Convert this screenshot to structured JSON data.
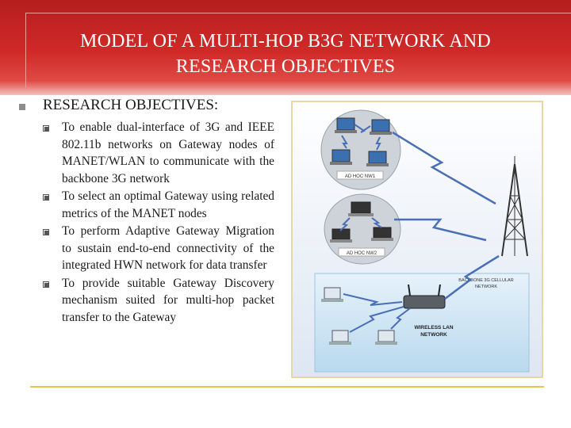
{
  "slide": {
    "title_line1": "MODEL OF A MULTI-HOP B3G NETWORK AND",
    "title_line2": "RESEARCH OBJECTIVES",
    "heading": "RESEARCH OBJECTIVES:",
    "objectives": [
      "To enable dual-interface of 3G and IEEE 802.11b networks on Gateway nodes of MANET/WLAN to communicate with the backbone 3G network",
      "To select an optimal Gateway using related metrics of the MANET nodes",
      "To perform Adaptive Gateway Migration to sustain end-to-end connectivity of the integrated HWN network for data transfer",
      "To provide suitable Gateway Discovery mechanism suited for multi-hop packet transfer to the Gateway"
    ]
  },
  "figure": {
    "labels": {
      "adhoc1": "AD HOC NW1",
      "adhoc2": "AD HOC NW2",
      "backbone_line1": "BACKBONE 3G CELLULAR",
      "backbone_line2": "NETWORK",
      "wlan_line1": "WIRELESS LAN",
      "wlan_line2": "NETWORK"
    },
    "colors": {
      "frame": "#e8d7a6",
      "sky_top": "#ffffff",
      "sky_bottom": "#dde6f2",
      "wlan_box": "#cfe6f5",
      "lightning": "#4a6fb5"
    }
  }
}
